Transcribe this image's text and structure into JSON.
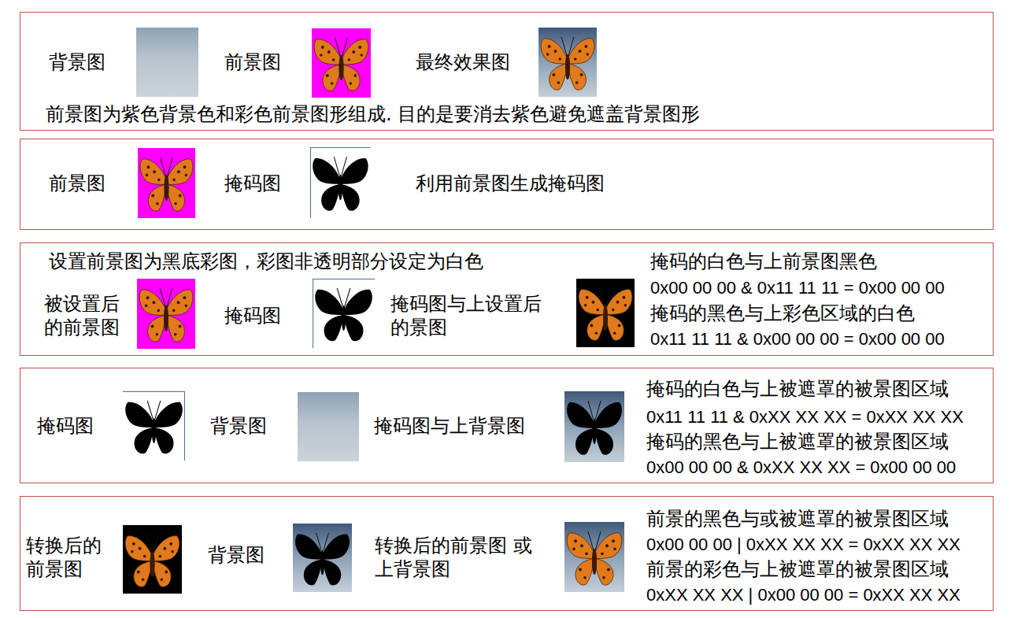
{
  "diagram": {
    "nodes": [
      {
        "text": [
          "背景图",
          "前景图",
          "最终效果图",
          "前景图为紫色背景色和彩色前景图形组成. 目的是要消去紫色避免遮盖背景图形"
        ]
      },
      {
        "text": [
          "前景图",
          "掩码图",
          "利用前景图生成掩码图"
        ]
      },
      {
        "text": [
          "设置前景图为黑底彩图，彩图非透明部分设定为白色",
          "被设置后 的前景图",
          "掩码图",
          "掩码图与上设置后 的景图",
          "掩码的白色与上前景图黑色",
          "0x00 00 00 & 0x11 11 11 = 0x00 00 00",
          "掩码的黑色与上彩色区域的白色",
          "0x11 11 11 & 0x00 00 00 = 0x00 00 00"
        ]
      },
      {
        "text": [
          "掩码图",
          "背景图",
          "掩码图与上背景图",
          "掩码的白色与上被遮罩的被景图区域",
          "0x11 11 11 & 0xXX XX XX = 0xXX XX XX",
          "掩码的黑色与上被遮罩的被景图区域",
          "0x00 00 00 & 0xXX XX XX = 0x00 00 00"
        ]
      },
      {
        "text": [
          "转换后的 前景图",
          "背景图",
          "转换后的前景图 或上背景图",
          "前景的黑色与或被遮罩的被景图区域",
          "0x00 00 00 | 0xXX XX XX = 0xXX XX XX",
          "前景的彩色与上被遮罩的被景图区域",
          "0xXX XX XX | 0x00 00 00 = 0xXX XX XX"
        ]
      }
    ]
  }
}
